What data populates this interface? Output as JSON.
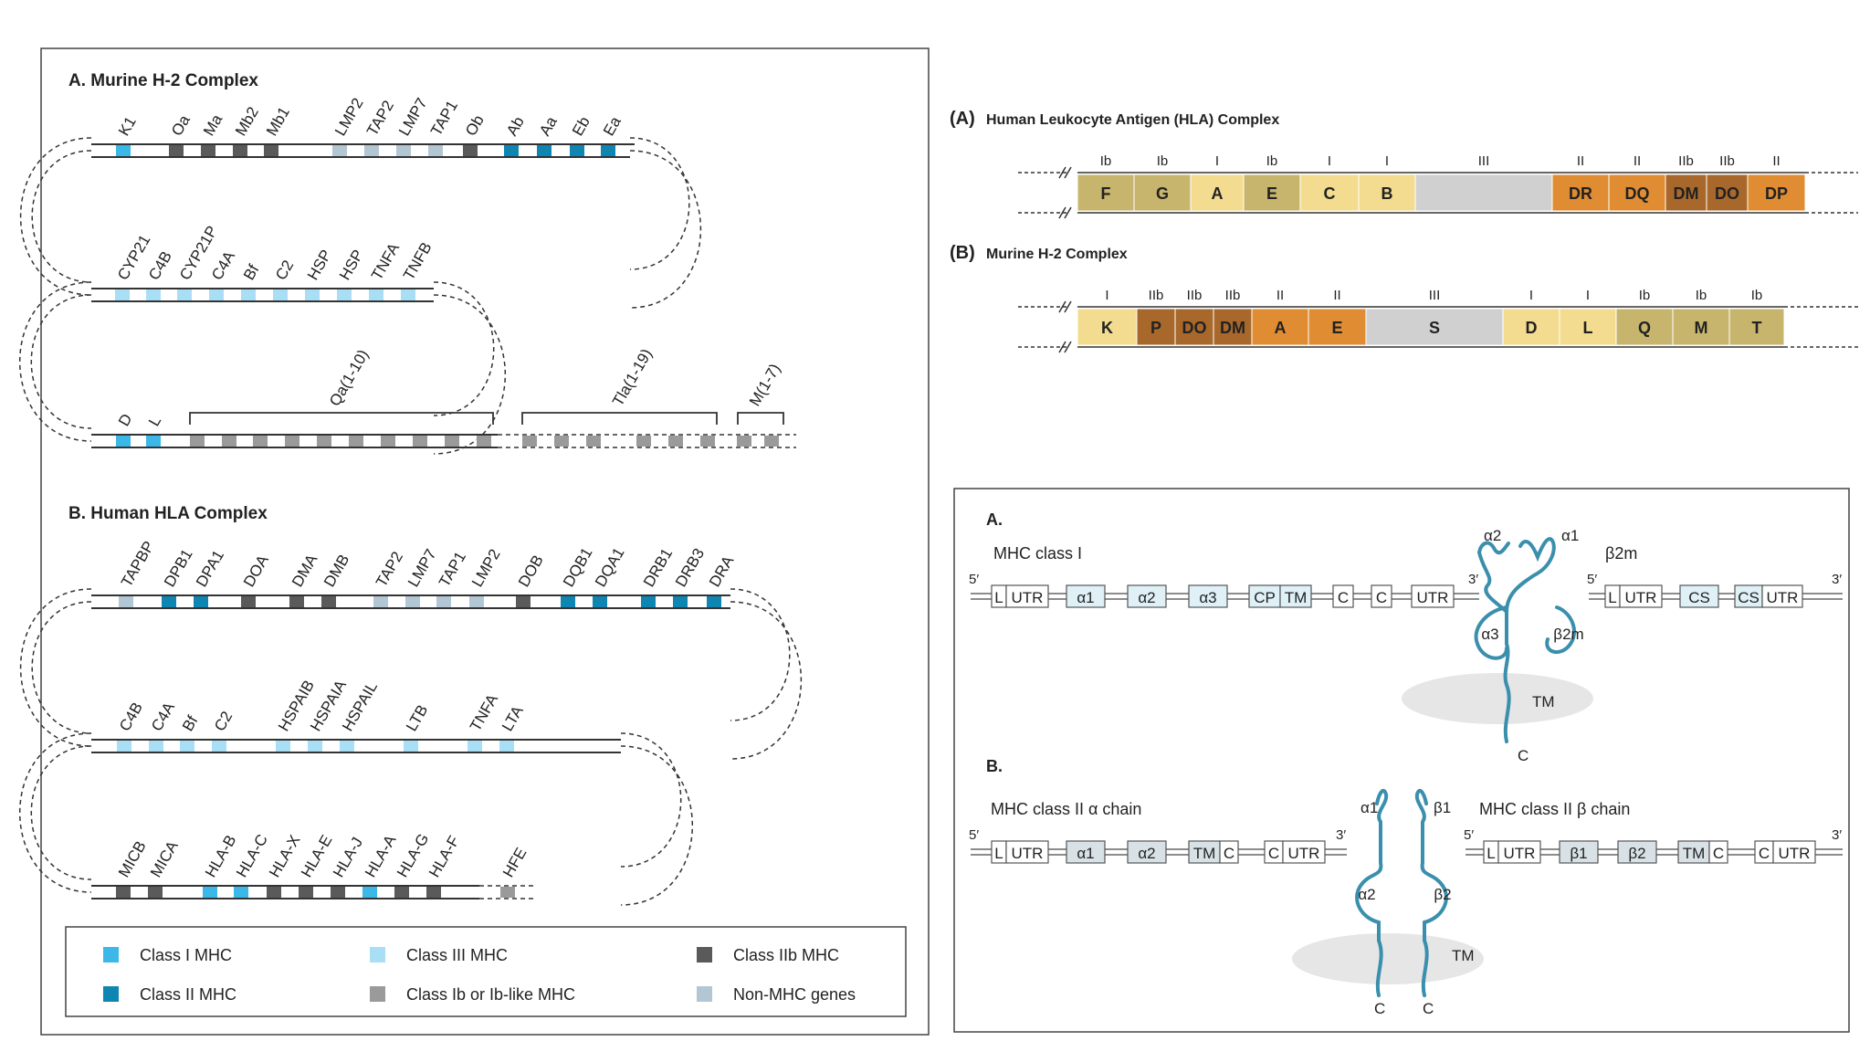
{
  "colors": {
    "class_i": "#3bb7e8",
    "class_ii": "#0e86b1",
    "class_iii": "#a9dff4",
    "class_ib": "#9a9a9a",
    "class_iib": "#5a5a5a",
    "non_mhc": "#b3c6d3",
    "line": "#333333",
    "hla_ib": "#c7b56d",
    "hla_i": "#f3dc8f",
    "hla_iii": "#d0d0d0",
    "hla_ii": "#df8c33",
    "hla_iib": "#a9682b",
    "protein": "#3a8fad",
    "exon_fill_a": "#dff0f7",
    "exon_fill_b": "#d8e1e6",
    "membrane": "#e6e6e6"
  },
  "left_panel": {
    "section_a_title": "A.  Murine H-2 Complex",
    "section_b_title": "B.  Human HLA Complex",
    "murine_rows": [
      {
        "genes": [
          {
            "label": "K1",
            "cls": "class_i"
          },
          {
            "label": "Oa",
            "cls": "class_iib"
          },
          {
            "label": "Ma",
            "cls": "class_iib"
          },
          {
            "label": "Mb2",
            "cls": "class_iib"
          },
          {
            "label": "Mb1",
            "cls": "class_iib"
          },
          {
            "label": "LMP2",
            "cls": "non_mhc"
          },
          {
            "label": "TAP2",
            "cls": "non_mhc"
          },
          {
            "label": "LMP7",
            "cls": "non_mhc"
          },
          {
            "label": "TAP1",
            "cls": "non_mhc"
          },
          {
            "label": "Ob",
            "cls": "class_iib"
          },
          {
            "label": "Ab",
            "cls": "class_ii"
          },
          {
            "label": "Aa",
            "cls": "class_ii"
          },
          {
            "label": "Eb",
            "cls": "class_ii"
          },
          {
            "label": "Ea",
            "cls": "class_ii"
          }
        ]
      },
      {
        "genes": [
          {
            "label": "CYP21",
            "cls": "class_iii"
          },
          {
            "label": "C4B",
            "cls": "class_iii"
          },
          {
            "label": "CYP21P",
            "cls": "class_iii"
          },
          {
            "label": "C4A",
            "cls": "class_iii"
          },
          {
            "label": "Bf",
            "cls": "class_iii"
          },
          {
            "label": "C2",
            "cls": "class_iii"
          },
          {
            "label": "HSP",
            "cls": "class_iii"
          },
          {
            "label": "HSP",
            "cls": "class_iii"
          },
          {
            "label": "TNFA",
            "cls": "class_iii"
          },
          {
            "label": "TNFB",
            "cls": "class_iii"
          }
        ]
      },
      {
        "genes": [
          {
            "label": "D",
            "cls": "class_i"
          },
          {
            "label": "L",
            "cls": "class_i"
          }
        ],
        "brackets": [
          "Qa(1-10)",
          "Tla(1-19)",
          "M(1-7)"
        ]
      }
    ],
    "human_rows": [
      {
        "genes": [
          {
            "label": "TAPBP",
            "cls": "non_mhc"
          },
          {
            "label": "DPB1",
            "cls": "class_ii"
          },
          {
            "label": "DPA1",
            "cls": "class_ii"
          },
          {
            "label": "DOA",
            "cls": "class_iib"
          },
          {
            "label": "DMA",
            "cls": "class_iib"
          },
          {
            "label": "DMB",
            "cls": "class_iib"
          },
          {
            "label": "TAP2",
            "cls": "non_mhc"
          },
          {
            "label": "LMP7",
            "cls": "non_mhc"
          },
          {
            "label": "TAP1",
            "cls": "non_mhc"
          },
          {
            "label": "LMP2",
            "cls": "non_mhc"
          },
          {
            "label": "DOB",
            "cls": "class_iib"
          },
          {
            "label": "DQB1",
            "cls": "class_ii"
          },
          {
            "label": "DQA1",
            "cls": "class_ii"
          },
          {
            "label": "DRB1",
            "cls": "class_ii"
          },
          {
            "label": "DRB3",
            "cls": "class_ii"
          },
          {
            "label": "DRA",
            "cls": "class_ii"
          }
        ]
      },
      {
        "genes": [
          {
            "label": "C4B",
            "cls": "class_iii"
          },
          {
            "label": "C4A",
            "cls": "class_iii"
          },
          {
            "label": "Bf",
            "cls": "class_iii"
          },
          {
            "label": "C2",
            "cls": "class_iii"
          },
          {
            "label": "HSPAIB",
            "cls": "class_iii"
          },
          {
            "label": "HSPAIA",
            "cls": "class_iii"
          },
          {
            "label": "HSPAIL",
            "cls": "class_iii"
          },
          {
            "label": "LTB",
            "cls": "class_iii"
          },
          {
            "label": "TNFA",
            "cls": "class_iii"
          },
          {
            "label": "LTA",
            "cls": "class_iii"
          }
        ]
      },
      {
        "genes": [
          {
            "label": "MICB",
            "cls": "class_iib"
          },
          {
            "label": "MICA",
            "cls": "class_iib"
          },
          {
            "label": "HLA-B",
            "cls": "class_i"
          },
          {
            "label": "HLA-C",
            "cls": "class_i"
          },
          {
            "label": "HLA-X",
            "cls": "class_iib"
          },
          {
            "label": "HLA-E",
            "cls": "class_iib"
          },
          {
            "label": "HLA-J",
            "cls": "class_iib"
          },
          {
            "label": "HLA-A",
            "cls": "class_i"
          },
          {
            "label": "HLA-G",
            "cls": "class_iib"
          },
          {
            "label": "HLA-F",
            "cls": "class_iib"
          },
          {
            "label": "HFE",
            "cls": "class_ib"
          }
        ]
      }
    ],
    "legend": [
      {
        "label": "Class I MHC",
        "cls": "class_i"
      },
      {
        "label": "Class III MHC",
        "cls": "class_iii"
      },
      {
        "label": "Class IIb MHC",
        "cls": "class_iib"
      },
      {
        "label": "Class II MHC",
        "cls": "class_ii"
      },
      {
        "label": "Class Ib or Ib-like MHC",
        "cls": "class_ib"
      },
      {
        "label": "Non-MHC genes",
        "cls": "non_mhc"
      }
    ]
  },
  "right_top": {
    "hla": {
      "tag": "(A)",
      "title": "Human Leukocyte Antigen (HLA) Complex",
      "blocks": [
        {
          "label": "F",
          "cls": "Ib"
        },
        {
          "label": "G",
          "cls": "Ib"
        },
        {
          "label": "A",
          "cls": "I"
        },
        {
          "label": "E",
          "cls": "Ib"
        },
        {
          "label": "C",
          "cls": "I"
        },
        {
          "label": "B",
          "cls": "I"
        },
        {
          "label": "",
          "cls": "III"
        },
        {
          "label": "DR",
          "cls": "II"
        },
        {
          "label": "DQ",
          "cls": "II"
        },
        {
          "label": "DM",
          "cls": "IIb"
        },
        {
          "label": "DO",
          "cls": "IIb"
        },
        {
          "label": "DP",
          "cls": "II"
        }
      ]
    },
    "h2": {
      "tag": "(B)",
      "title": "Murine H-2 Complex",
      "blocks": [
        {
          "label": "K",
          "cls": "I"
        },
        {
          "label": "P",
          "cls": "IIb"
        },
        {
          "label": "DO",
          "cls": "IIb"
        },
        {
          "label": "DM",
          "cls": "IIb"
        },
        {
          "label": "A",
          "cls": "II"
        },
        {
          "label": "E",
          "cls": "II"
        },
        {
          "label": "S",
          "cls": "III"
        },
        {
          "label": "D",
          "cls": "I"
        },
        {
          "label": "L",
          "cls": "I"
        },
        {
          "label": "Q",
          "cls": "Ib"
        },
        {
          "label": "M",
          "cls": "Ib"
        },
        {
          "label": "T",
          "cls": "Ib"
        }
      ]
    }
  },
  "right_bottom": {
    "section_a": "A.",
    "section_b": "B.",
    "class_i_title": "MHC class I",
    "class_i_exons": [
      "L",
      "UTR",
      "α1",
      "α2",
      "α3",
      "CP",
      "TM",
      "C",
      "C",
      "UTR"
    ],
    "b2m_title": "β2m",
    "b2m_exons": [
      "L",
      "UTR",
      "CS",
      "CS",
      "UTR"
    ],
    "class_i_protein": {
      "a1": "α1",
      "a2": "α2",
      "a3": "α3",
      "b2m": "β2m",
      "tm": "TM",
      "c": "C"
    },
    "class_ii_a_title": "MHC class II α chain",
    "class_ii_a_exons": [
      "L",
      "UTR",
      "α1",
      "α2",
      "TM",
      "C",
      "C",
      "UTR"
    ],
    "class_ii_b_title": "MHC class II β chain",
    "class_ii_b_exons": [
      "L",
      "UTR",
      "β1",
      "β2",
      "TM",
      "C",
      "C",
      "UTR"
    ],
    "class_ii_protein": {
      "a1": "α1",
      "b1": "β1",
      "a2": "α2",
      "b2": "β2",
      "tm": "TM",
      "c": "C"
    },
    "five_prime": "5′",
    "three_prime": "3′"
  }
}
